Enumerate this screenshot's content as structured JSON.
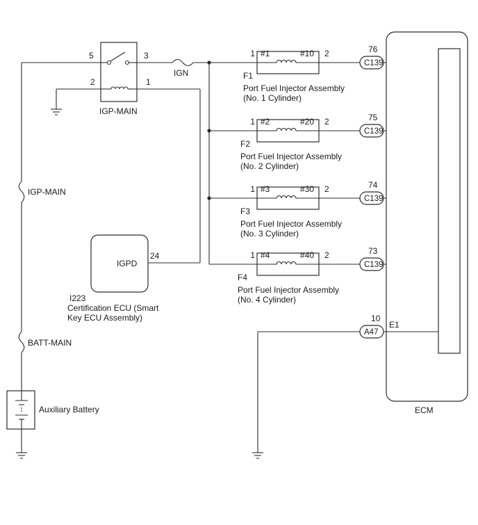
{
  "relay": {
    "name": "IGP-MAIN",
    "pins": {
      "p5": "5",
      "p3": "3",
      "p2": "2",
      "p1": "1"
    }
  },
  "fuse_ign": {
    "name": "IGN"
  },
  "fuse_igp": {
    "name": "IGP-MAIN"
  },
  "fuse_batt": {
    "name": "BATT-MAIN"
  },
  "battery": {
    "name": "Auxiliary Battery"
  },
  "cert_ecu": {
    "code": "I223",
    "line1": "Certification ECU (Smart",
    "line2": "Key ECU Assembly)",
    "terminal": "IGPD",
    "pin": "24"
  },
  "injectors": [
    {
      "code": "F1",
      "name": "Port Fuel Injector Assembly",
      "cyl": "(No. 1 Cylinder)",
      "term_a": "#1",
      "term_b": "#10",
      "pin_a": "1",
      "pin_b": "2",
      "ecu_pin": "76",
      "connector": "C139",
      "ecu_term": "#10"
    },
    {
      "code": "F2",
      "name": "Port Fuel Injector Assembly",
      "cyl": "(No. 2 Cylinder)",
      "term_a": "#2",
      "term_b": "#20",
      "pin_a": "1",
      "pin_b": "2",
      "ecu_pin": "75",
      "connector": "C139",
      "ecu_term": "#20"
    },
    {
      "code": "F3",
      "name": "Port Fuel Injector Assembly",
      "cyl": "(No. 3 Cylinder)",
      "term_a": "#3",
      "term_b": "#30",
      "pin_a": "1",
      "pin_b": "2",
      "ecu_pin": "74",
      "connector": "C139",
      "ecu_term": "#30"
    },
    {
      "code": "F4",
      "name": "Port Fuel Injector Assembly",
      "cyl": "(No. 4 Cylinder)",
      "term_a": "#4",
      "term_b": "#40",
      "pin_a": "1",
      "pin_b": "2",
      "ecu_pin": "73",
      "connector": "C139",
      "ecu_term": "#40"
    }
  ],
  "ecm": {
    "name": "ECM",
    "ground_pin": "10",
    "ground_connector": "A47",
    "ground_term": "E1"
  }
}
